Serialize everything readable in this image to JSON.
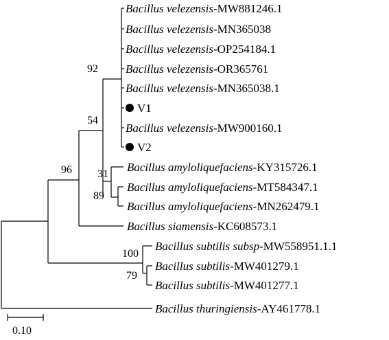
{
  "leaves": [
    {
      "id": "l1",
      "genus": "Bacillus velezensis",
      "suffix": "-MW881246.1",
      "italic": true,
      "marker": false
    },
    {
      "id": "l2",
      "genus": "Bacillus velezensis",
      "suffix": "-MN365038",
      "italic": true,
      "marker": false
    },
    {
      "id": "l3",
      "genus": "Bacillus velezensis",
      "suffix": "-OP254184.1",
      "italic": true,
      "marker": false
    },
    {
      "id": "l4",
      "genus": "Bacillus velezensis",
      "suffix": "-OR365761",
      "italic": true,
      "marker": false
    },
    {
      "id": "l5",
      "genus": "Bacillus velezensis",
      "suffix": "-MN365038.1",
      "italic": true,
      "marker": false
    },
    {
      "id": "l6",
      "genus": "",
      "suffix": "V1",
      "italic": false,
      "marker": true
    },
    {
      "id": "l7",
      "genus": "Bacillus velezensis",
      "suffix": "-MW900160.1",
      "italic": true,
      "marker": false
    },
    {
      "id": "l8",
      "genus": "",
      "suffix": "V2",
      "italic": false,
      "marker": true
    },
    {
      "id": "l9",
      "genus": "Bacillus amyloliquefaciens",
      "suffix": "-KY315726.1",
      "italic": true,
      "marker": false
    },
    {
      "id": "l10",
      "genus": "Bacillus amyloliquefaciens",
      "suffix": "-MT584347.1",
      "italic": true,
      "marker": false
    },
    {
      "id": "l11",
      "genus": "Bacillus amyloliquefaciens",
      "suffix": "-MN262479.1",
      "italic": true,
      "marker": false
    },
    {
      "id": "l12",
      "genus": "Bacillus siamensis",
      "suffix": "-KC608573.1",
      "italic": true,
      "marker": false
    },
    {
      "id": "l13",
      "genus": "Bacillus subtilis subsp",
      "suffix": "-MW558951.1.1",
      "italic": true,
      "marker": false
    },
    {
      "id": "l14",
      "genus": "Bacillus subtilis",
      "suffix": "-MW401279.1",
      "italic": true,
      "marker": false
    },
    {
      "id": "l15",
      "genus": "Bacillus subtilis",
      "suffix": "-MW401277.1",
      "italic": true,
      "marker": false
    },
    {
      "id": "l16",
      "genus": "Bacillus thuringiensis",
      "suffix": "-AY461778.1",
      "italic": true,
      "marker": false
    }
  ],
  "bootstrap": [
    {
      "id": "b92",
      "value": "92"
    },
    {
      "id": "b54",
      "value": "54"
    },
    {
      "id": "b96",
      "value": "96"
    },
    {
      "id": "b31",
      "value": "31"
    },
    {
      "id": "b89",
      "value": "89"
    },
    {
      "id": "b100",
      "value": "100"
    },
    {
      "id": "b79",
      "value": "79"
    }
  ],
  "scale_bar": {
    "label": "0.10"
  }
}
